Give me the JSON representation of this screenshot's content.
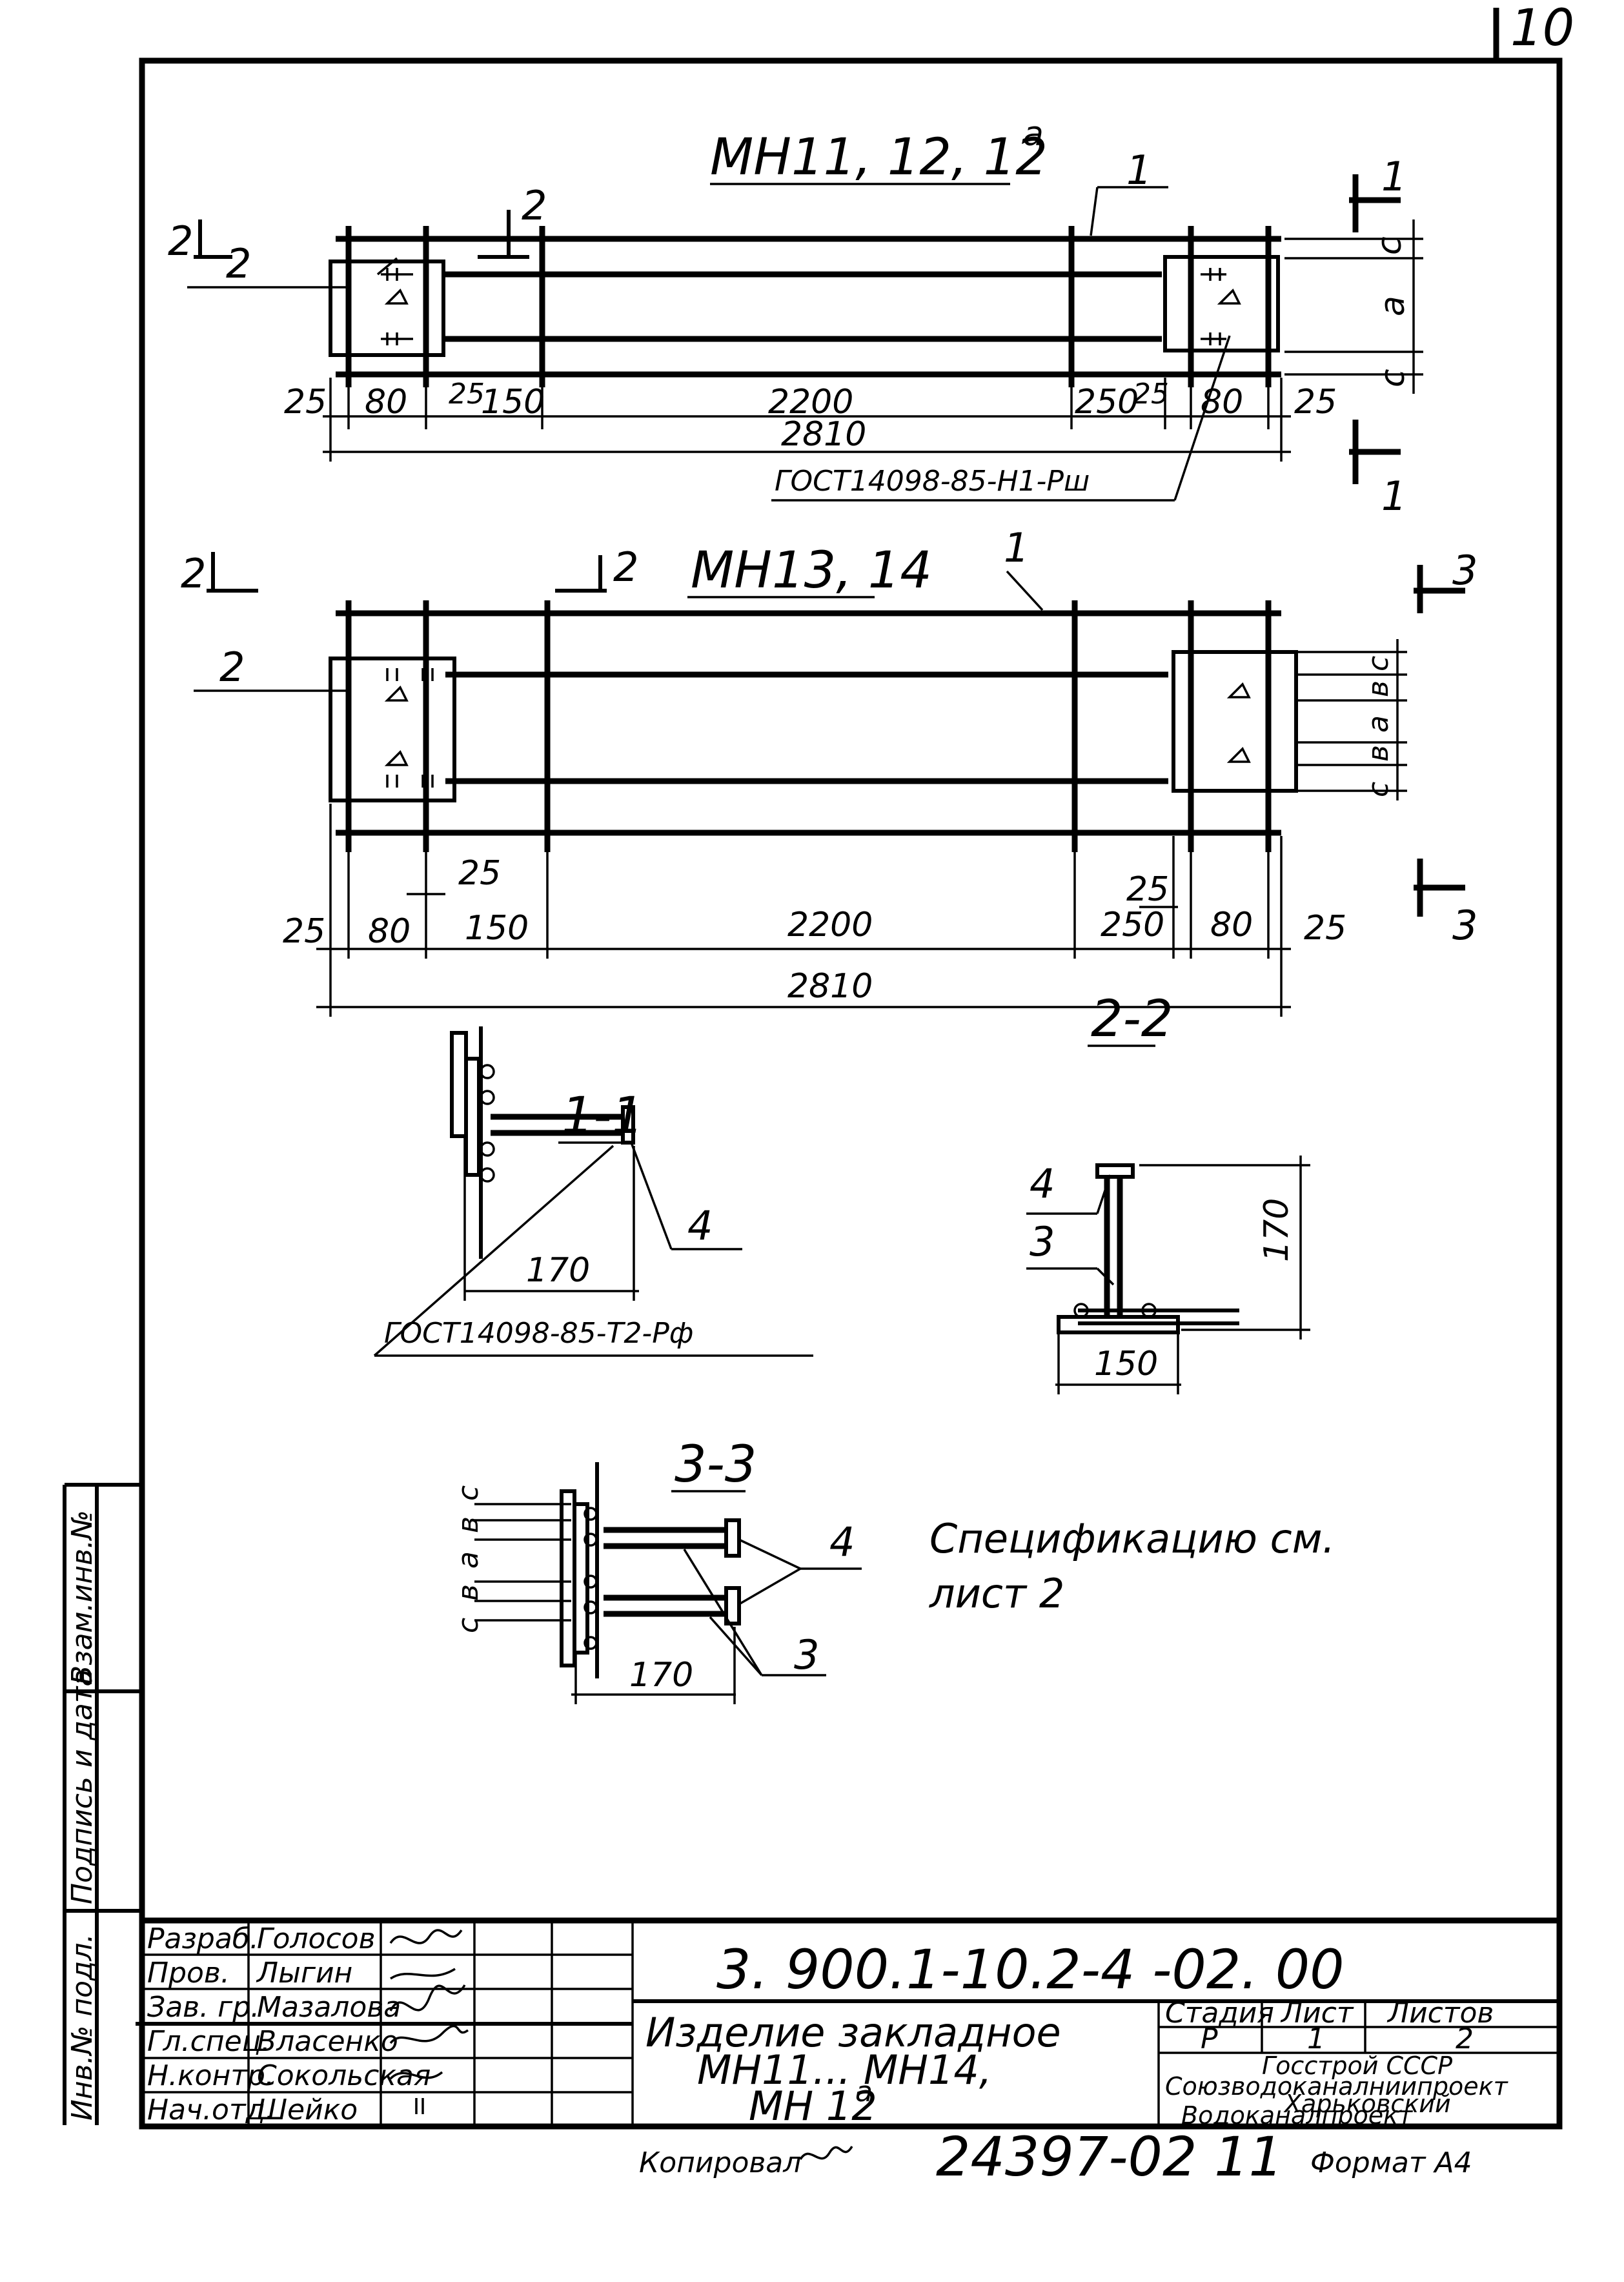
{
  "sheet_number_top": "10",
  "views": {
    "top_title": "МН11, 12, 12",
    "top_title_sup": "а",
    "mid_title": "МН13, 14",
    "sec11": "1-1",
    "sec22": "2-2",
    "sec33": "3-3"
  },
  "section_marks": {
    "s1": "1",
    "s2": "2",
    "s3": "3"
  },
  "callouts": {
    "c1": "1",
    "c2": "2",
    "c3": "3",
    "c4": "4"
  },
  "dims": {
    "d25": "25",
    "d80": "80",
    "d150": "150",
    "d2200": "2200",
    "d250": "250",
    "d2810": "2810",
    "d170": "170",
    "a": "а",
    "b": "в",
    "c": "с"
  },
  "weld_notes": {
    "top": "ГОСТ14098-85-Н1-Рш",
    "sec11": "ГОСТ14098-85-Т2-Рф"
  },
  "spec_note": {
    "line1": "Спецификацию    см.",
    "line2": "лист 2"
  },
  "side_stamps": {
    "inv_podl": "Инв.№ подл.",
    "podpis": "Подпись и дата",
    "vzam": "Взам.инв.№"
  },
  "title_block": {
    "roles": [
      {
        "role": "Разраб.",
        "name": "Голосов"
      },
      {
        "role": "Пров.",
        "name": "Лыгин"
      },
      {
        "role": "Зав. гр.",
        "name": "Мазалова"
      },
      {
        "role": "Гл.спец.",
        "name": "Власенко"
      },
      {
        "role": "Н.контр.",
        "name": "Сокольская"
      },
      {
        "role": "Нач.отд.",
        "name": "Шейко"
      }
    ],
    "doc_code": "3. 900.1-10.2-4   -02. 00",
    "item_name_line1": "Изделие закладное",
    "item_name_line2": "МН11... МН14,",
    "item_name_line3": "МН 12",
    "item_name_sup": "а",
    "stage_label": "Стадия",
    "sheet_label": "Лист",
    "sheets_label": "Листов",
    "stage_value": "Р",
    "sheet_value": "1",
    "sheets_value": "2",
    "org_line1": "Госстрой СССР",
    "org_line2": "Союзводоканалниипроект",
    "org_line3": "Харьковский",
    "org_line4": "Водоканалпроект"
  },
  "bottom": {
    "copied": "Копировал",
    "archive": "24397-02   11",
    "format": "Формат А4"
  }
}
